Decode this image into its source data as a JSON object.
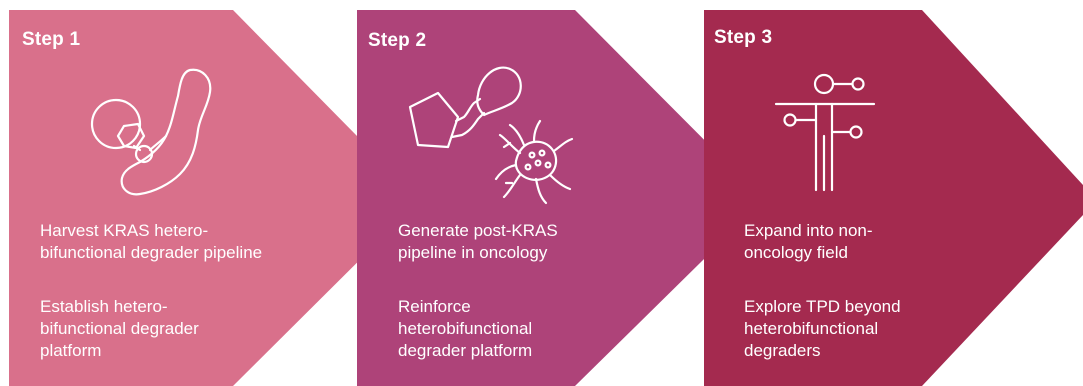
{
  "colors": {
    "step1": "#D9708B",
    "step2": "#AE4379",
    "step3": "#A42A4F",
    "icon_stroke": "#ffffff"
  },
  "steps": [
    {
      "title": "Step 1",
      "icon": "hand-holding-molecule-icon",
      "paragraphs": [
        "Harvest KRAS hetero-\nbifunctional degrader pipeline",
        "Establish hetero-\nbifunctional degrader\nplatform"
      ]
    },
    {
      "title": "Step 2",
      "icon": "degrader-and-tumor-cell-icon",
      "paragraphs": [
        "Generate post-KRAS\npipeline in oncology",
        "Reinforce\nheterobifunctional\ndegrader platform"
      ]
    },
    {
      "title": "Step 3",
      "icon": "branching-network-icon",
      "paragraphs": [
        "Expand into non-\noncology field",
        "Explore TPD beyond\nheterobifunctional\ndegraders"
      ]
    }
  ]
}
